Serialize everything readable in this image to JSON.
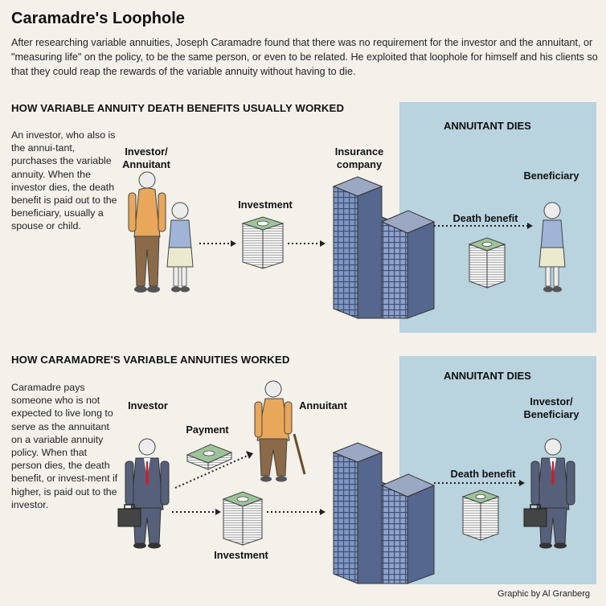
{
  "title": "Caramadre's Loophole",
  "intro": "After researching variable annuities, Joseph Caramadre found that there was no requirement for the investor and the annuitant, or \"measuring life\" on the policy, to be the same person, or even to be related. He exploited that loophole for himself and his clients so that they could reap the rewards of the variable annuity without having to die.",
  "section1": {
    "heading": "HOW VARIABLE ANNUITY DEATH BENEFITS USUALLY WORKED",
    "description": "An investor, who also is the annui-tant, purchases the variable annuity. When the investor dies, the death benefit is paid out to the beneficiary, usually a spouse or child.",
    "panel_title": "ANNUITANT DIES",
    "labels": {
      "investor_annuitant": "Investor/ Annuitant",
      "investment": "Investment",
      "insurance_company": "Insurance company",
      "death_benefit": "Death benefit",
      "beneficiary": "Beneficiary"
    }
  },
  "section2": {
    "heading": "HOW CARAMADRE'S VARIABLE ANNUITIES WORKED",
    "description": "Caramadre pays someone who is not expected to live long to serve as the annuitant on a variable annuity policy. When that person dies, the death benefit, or invest-ment if higher, is paid out to the investor.",
    "panel_title": "ANNUITANT DIES",
    "labels": {
      "investor": "Investor",
      "payment": "Payment",
      "annuitant": "Annuitant",
      "investment": "Investment",
      "death_benefit": "Death benefit",
      "investor_beneficiary": "Investor/ Beneficiary"
    }
  },
  "credit": "Graphic by Al Granberg",
  "colors": {
    "background": "#f3f1ea",
    "panel": "#b9d3df",
    "building_front": "#7f96c0",
    "building_top": "#9aa8c4",
    "building_side": "#55678e",
    "suit": "#56607a",
    "tie": "#c8202a",
    "shirt_orange": "#e8a75a",
    "pants_brown": "#8a6a48",
    "blouse_blue": "#9fb4d6",
    "money_green": "#9ec39a"
  }
}
